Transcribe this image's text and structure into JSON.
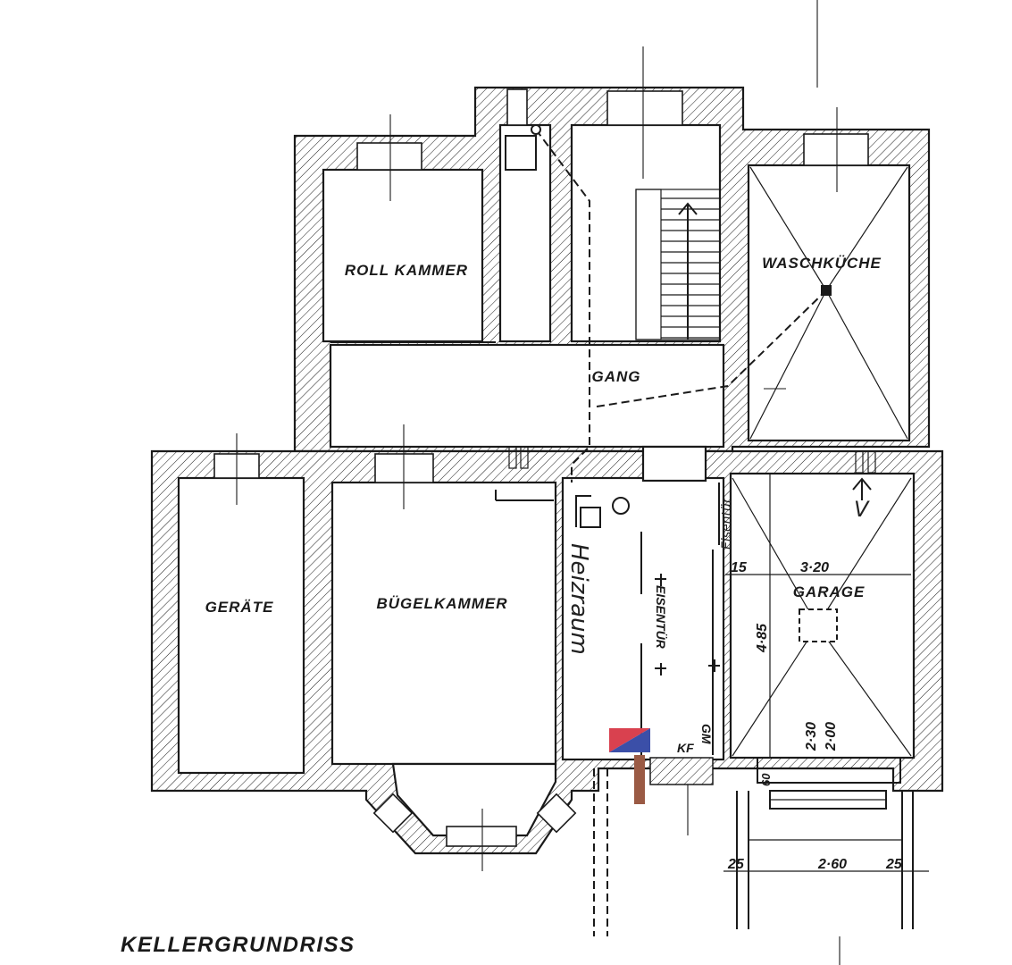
{
  "title": "KELLERGRUNDRISS",
  "rooms": {
    "rollkammer": "ROLL KAMMER",
    "waschkueche": "WASCHKÜCHE",
    "gang": "GANG",
    "geraete": "GERÄTE",
    "buegelkammer": "BÜGELKAMMER",
    "garage": "GARAGE"
  },
  "annotations": {
    "heizraum": "Heizraum",
    "eisentuer_1": "EISENTÜR",
    "eisentuer_2": "Eisentür",
    "kf": "KF",
    "gm": "GM",
    "mark_v": "V"
  },
  "dimensions": {
    "garage_width": "3·20",
    "garage_edge": "15",
    "garage_depth": "4·85",
    "door_h1": "2·30",
    "door_h2": "2·00",
    "sill": "60",
    "drive_width": "2·60",
    "drive_left": "25",
    "drive_right": "25"
  },
  "colors": {
    "ink": "#1a1a1a",
    "marker_red": "#d9414f",
    "marker_blue": "#3b4fa8",
    "marker_brown": "#9a5a44"
  }
}
